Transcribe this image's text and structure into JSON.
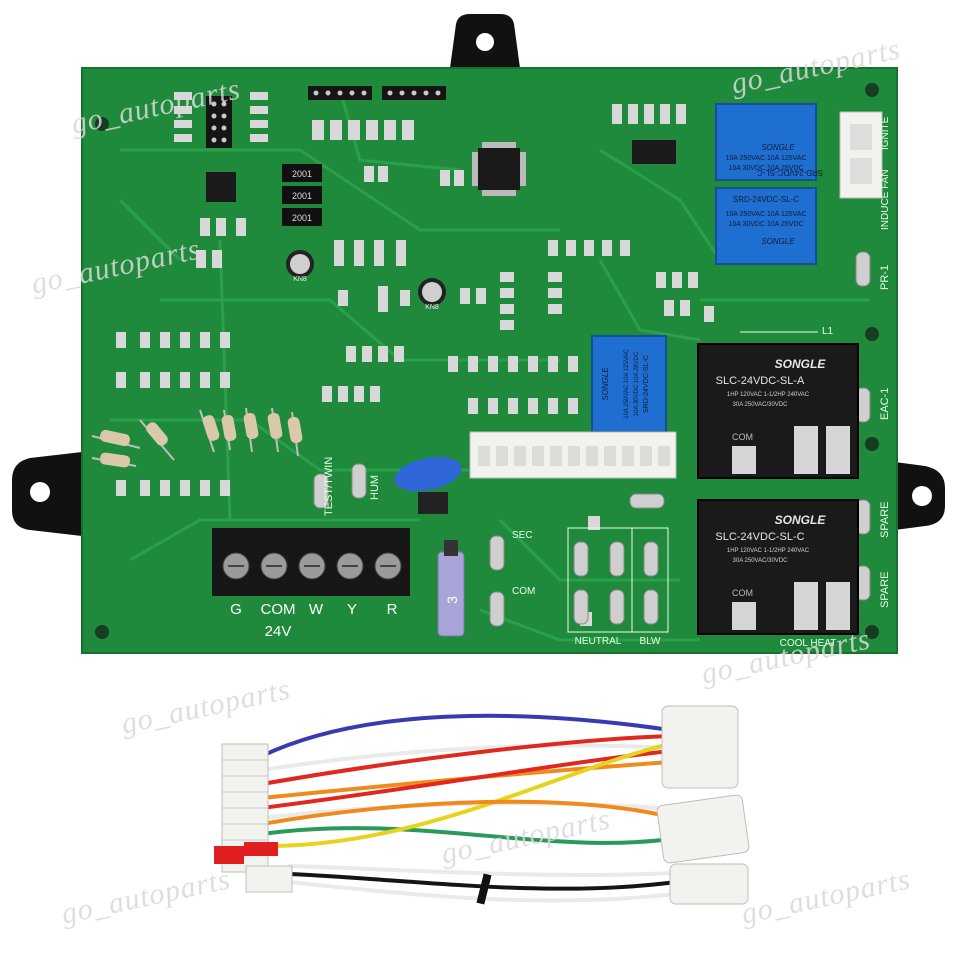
{
  "watermark": {
    "text": "go_autoparts"
  },
  "terminal_block": {
    "labels": [
      "G",
      "COM",
      "W",
      "Y",
      "R"
    ],
    "voltage_label": "24V"
  },
  "board_labels": {
    "test_twin": "TEST/TWIN",
    "hum": "HUM",
    "sec": "SEC",
    "com": "COM",
    "neutral": "NEUTRAL",
    "blw": "BLW",
    "inducer_fan": "INDUCE FAN",
    "ignite": "IGNITE",
    "pr1": "PR-1",
    "eac1": "EAC-1",
    "spare1": "SPARE",
    "spare2": "SPARE",
    "l1": "L1",
    "cool_heat": "COOL  HEAT",
    "fuse_mark": "3",
    "capacitor_mark": "KN8",
    "resistor_code": "2001"
  },
  "small_relays": [
    {
      "model": "SRD-24VDC-SL-C",
      "brand": "SONGLE",
      "rating": "10A 250VAC 10A 125VAC",
      "rating2": "10A 30VDC 10A 28VDC"
    },
    {
      "model": "SRD-24VDC-SL-C",
      "brand": "SONGLE",
      "rating": "10A 250VAC 10A 125VAC",
      "rating2": "10A 30VDC 10A 28VDC"
    },
    {
      "model": "SRD-24VDC-SL-C",
      "brand": "SONGLE",
      "rating": "10A 250VAC 10A 125VAC",
      "rating2": "10A 30VDC 10A 28VDC"
    }
  ],
  "big_relays": [
    {
      "brand": "SONGLE",
      "model": "SLC-24VDC-SL-A",
      "line1": "1HP 120VAC 1-1/2HP 240VAC",
      "line2": "30A 250VAC/30VDC",
      "com": "COM"
    },
    {
      "brand": "SONGLE",
      "model": "SLC-24VDC-SL-C",
      "line1": "1HP 120VAC 1-1/2HP 240VAC",
      "line2": "30A 250VAC/30VDC",
      "com": "COM"
    }
  ],
  "colors": {
    "pcb": "#1f8a3c",
    "pcb_trace": "#2aa04a",
    "relay_blue": "#1e6fd0",
    "relay_black": "#1a1a1a",
    "connector_white": "#f2f2ee",
    "wire_blue": "#3a3ab0",
    "wire_red": "#e0281e",
    "wire_orange": "#f08a1c",
    "wire_yellow": "#e8d21a",
    "wire_green": "#2a9a5a",
    "wire_black": "#151515"
  }
}
